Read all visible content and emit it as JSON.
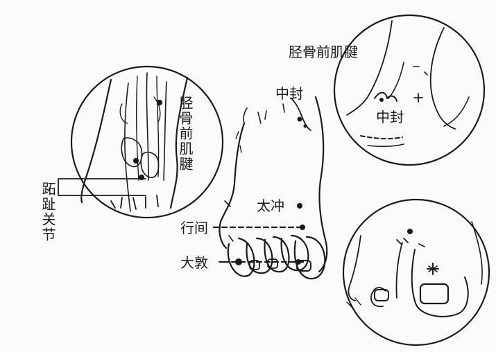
{
  "labels": {
    "tibialis_tendon_top": "胫骨前肌腱",
    "zhongfeng_top": "中封",
    "zhongfeng_inset": "中封",
    "tibialis_tendon_left": "胫骨前肌腱",
    "mtp_joint": "跖趾关节",
    "taichong": "太冲",
    "xingjian": "行间",
    "dadun": "大敦"
  },
  "colors": {
    "ink": "#1a1a1a",
    "paper": "#fbfbf9"
  }
}
